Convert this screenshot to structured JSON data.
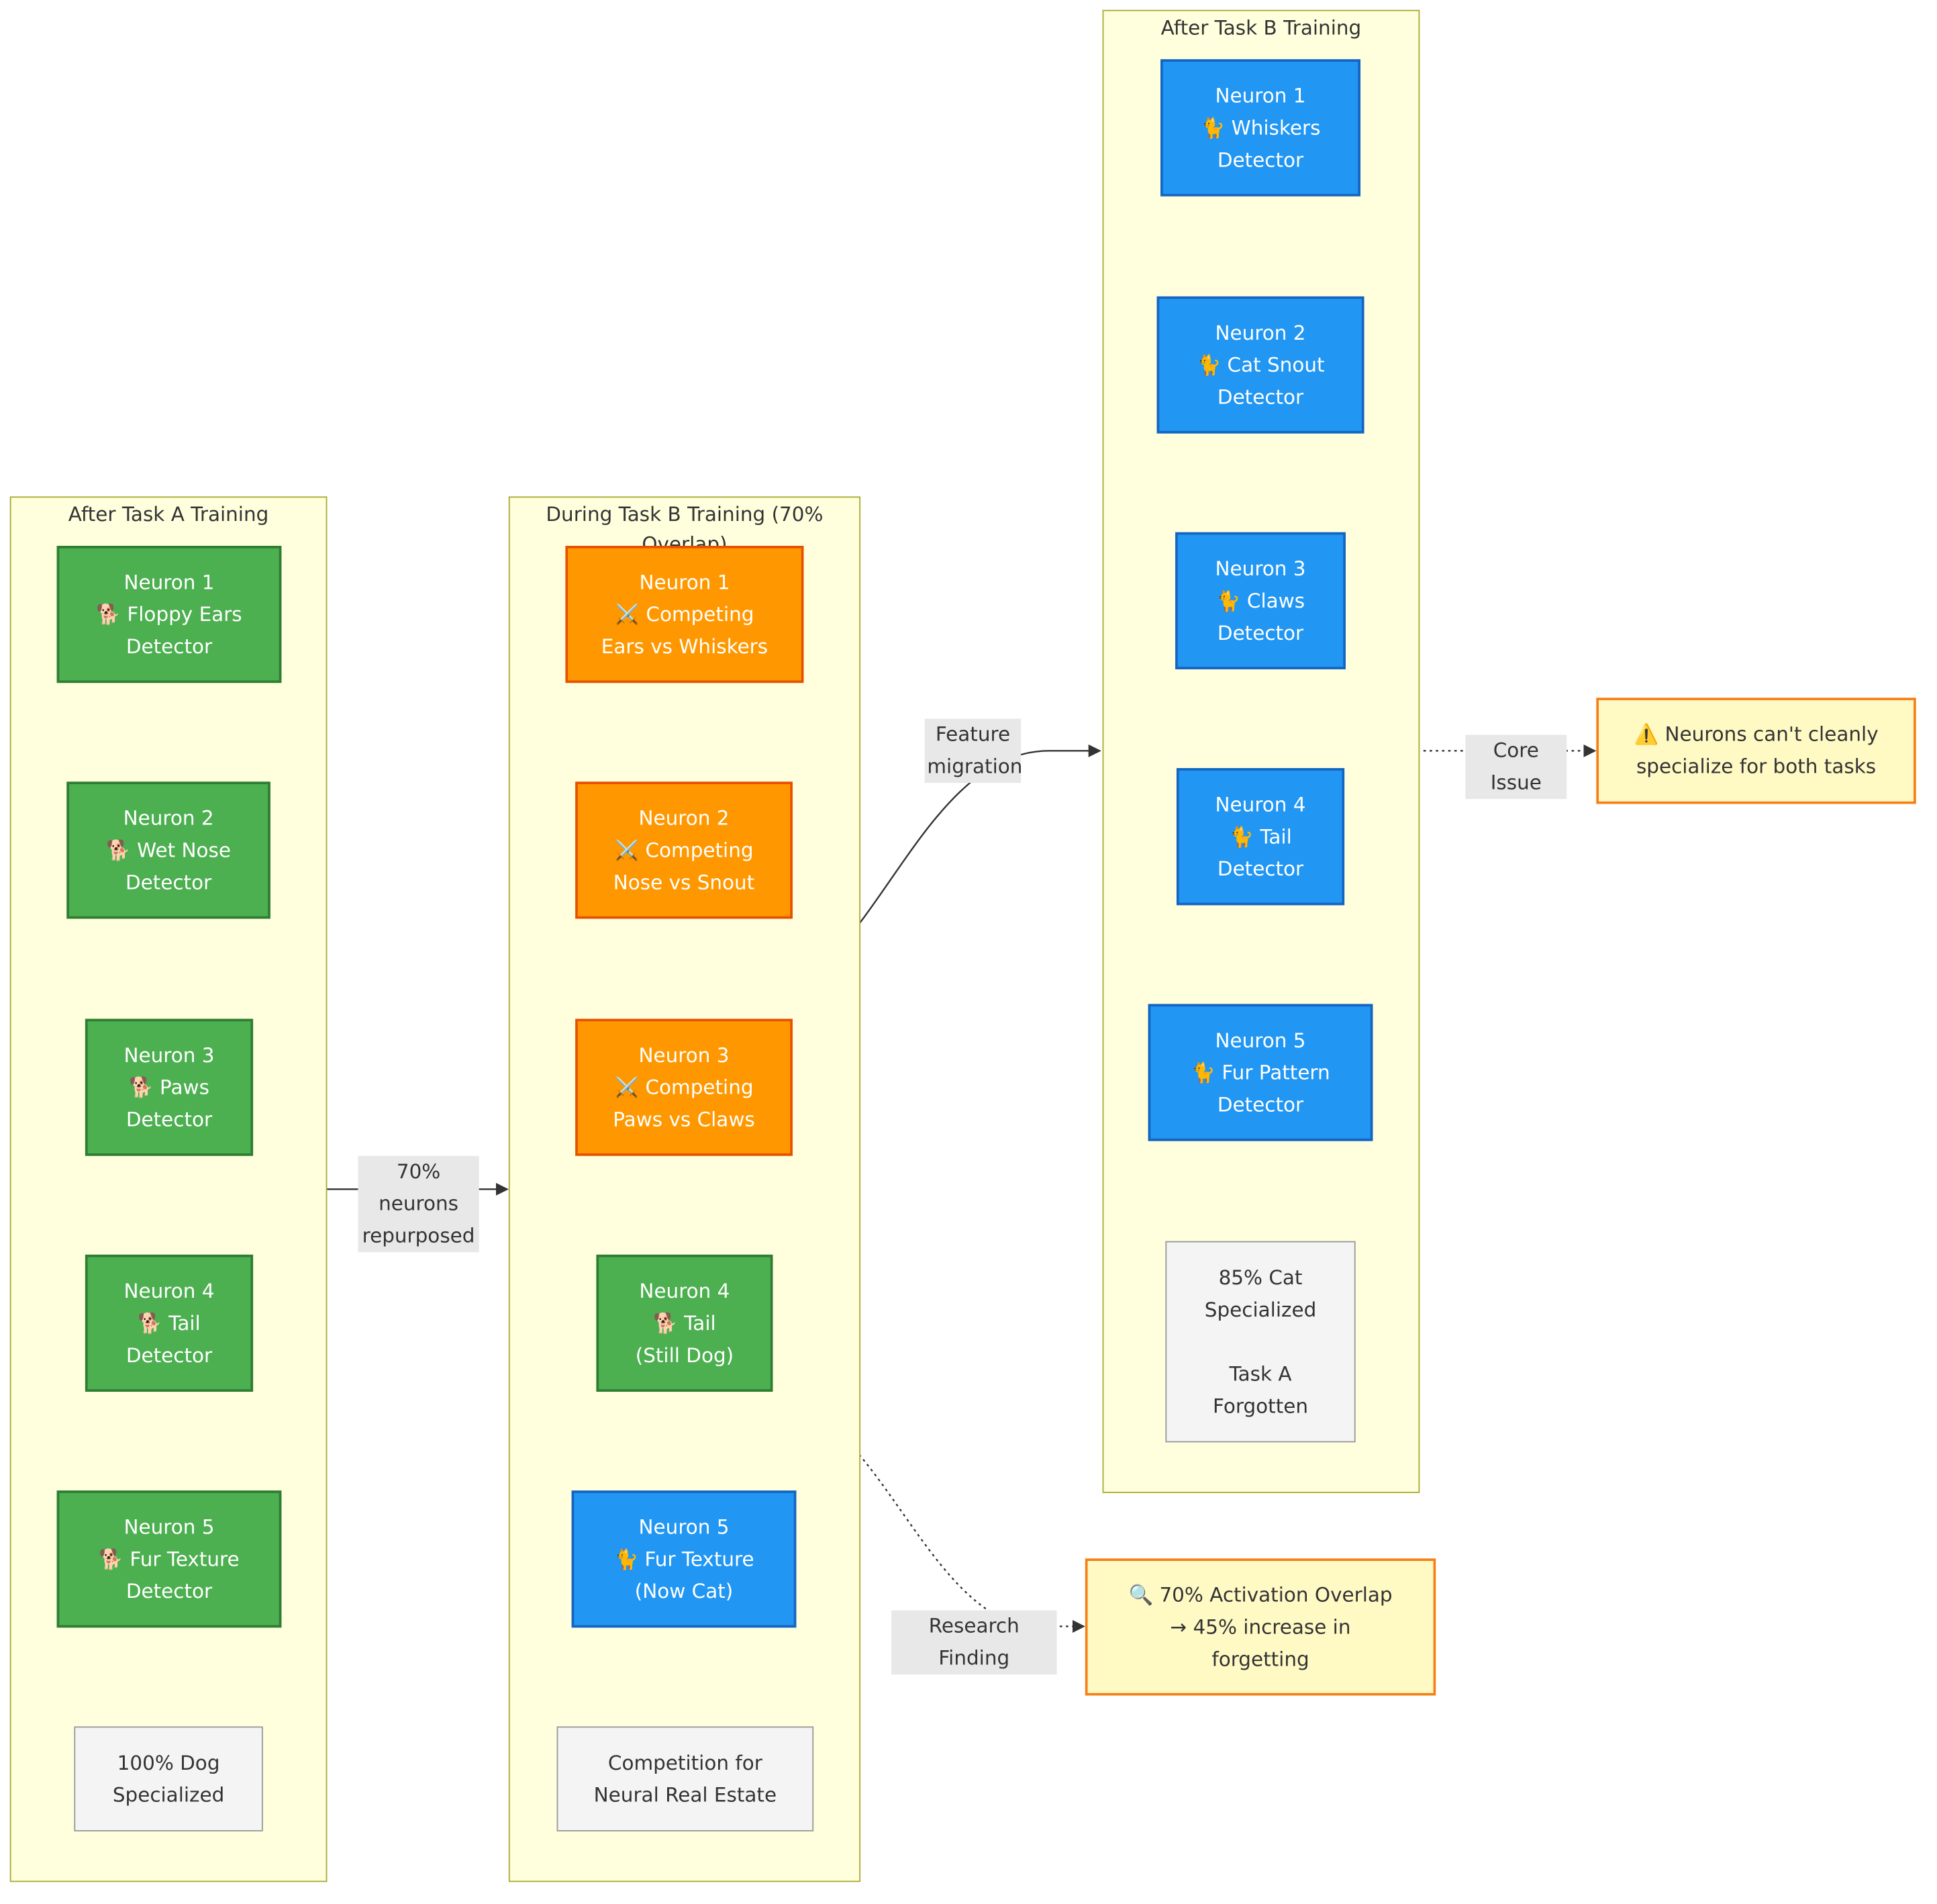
{
  "clusters": {
    "task_a": "After Task A Training",
    "during_b": "During Task B Training (70% Overlap)",
    "task_b": "After Task B Training"
  },
  "task_a_nodes": [
    "Neuron 1\n🐕 Floppy Ears\nDetector",
    "Neuron 2\n🐕 Wet Nose\nDetector",
    "Neuron 3\n🐕 Paws\nDetector",
    "Neuron 4\n🐕 Tail\nDetector",
    "Neuron 5\n🐕 Fur Texture\nDetector",
    "100% Dog\nSpecialized"
  ],
  "during_b_nodes": [
    "Neuron 1\n⚔️ Competing\nEars vs Whiskers",
    "Neuron 2\n⚔️ Competing\nNose vs Snout",
    "Neuron 3\n⚔️ Competing\nPaws vs Claws",
    "Neuron 4\n🐕 Tail\n(Still Dog)",
    "Neuron 5\n🐈 Fur Texture\n(Now Cat)",
    "Competition for\nNeural Real Estate"
  ],
  "task_b_nodes": [
    "Neuron 1\n🐈 Whiskers\nDetector",
    "Neuron 2\n🐈 Cat Snout\nDetector",
    "Neuron 3\n🐈 Claws\nDetector",
    "Neuron 4\n🐈 Tail\nDetector",
    "Neuron 5\n🐈 Fur Pattern\nDetector",
    "85% Cat\nSpecialized\n\nTask A\nForgotten"
  ],
  "notes": {
    "research": "🔍 70% Activation Overlap\n→ 45% increase in\nforgetting",
    "core": "⚠️ Neurons can't cleanly\nspecialize for both tasks"
  },
  "edges": {
    "repurposed": "70% neurons\nrepurposed",
    "migration": "Feature\nmigration",
    "research": "Research Finding",
    "core": "Core Issue"
  },
  "colors": {
    "dog_neuron": "#4caf50",
    "competing_neuron": "#ff9800",
    "cat_neuron": "#2196f3",
    "note": "#fff9c4",
    "cluster": "#ffffde"
  }
}
